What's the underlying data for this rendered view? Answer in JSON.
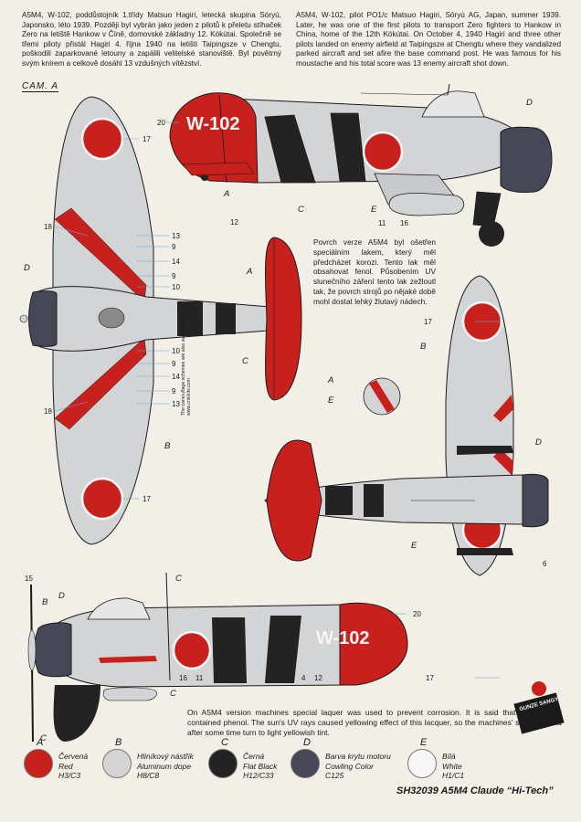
{
  "colors": {
    "red": "#c8201c",
    "aluminum": "#d3d4d6",
    "black": "#232324",
    "cowling": "#464858",
    "white": "#f6f6f6",
    "paper": "#f1efe6"
  },
  "text": {
    "czech_top": "A5M4, W-102, poddůstojník 1.třídy Matsuo Hagiri, letecká skupina Sóryú, Japonsko, léto 1939. Později byl vybrán jako jeden z pilotů k přeletu stíhaček Zero na letiště Hankow v Číně, domovské základny 12. Kókútai. Společně se třemi piloty přistál Hagiri 4. října 1940 na letišti Taipingsze v Chengtu, poškodili zaparkované letouny a zapálili velitelské stanoviště. Byl povětrný svým knírem a celkově dosáhl 13 vzdušných vítězství.",
    "english_top": "A5M4, W-102, pilot PO1/c Matsuo Hagiri, Sóryú AG, Japan, summer 1939. Later, he was one of the first pilots to transport Zero fighters to Hankow in China, home of the 12th Kókútai. On October 4, 1940 Hagiri and three other pilots landed on enemy airfield at Taipingsze at Chengtu where they vandalized parked aircraft and set afire the base command post. He was famous for his moustache and his total score was 13 enemy aircraft shot down.",
    "czech_note": "Povrch verze A5M4 byl ošetřen speciálním lakem, který měl předcházet korozi. Tento lak měl obsahovat fenol. Působením UV slunečního záření tento lak zežloutl tak, že povrch strojů po nějaké době mohl dostat lehký žlutavý nádech.",
    "english_note": "On A5M4 version machines special laquer was used to prevent corrosion. It is said that this lacquer contained phenol. The sun's UV rays caused yellowing effect of this lacquer, so the machines' surface could after some time turn to light yellowish tint.",
    "cam_label": "CAM. A",
    "code": "W-102",
    "copyright": "The camouflage schemes are also available on www.cmkkits.com",
    "footer": "SH32039 A5M4 Claude “Hi-Tech”",
    "brand": "GUNZE SANGYO"
  },
  "callouts": {
    "n20": "20",
    "n17": "17",
    "n12": "12",
    "n11": "11",
    "n16": "16",
    "n18": "18",
    "n13": "13",
    "n9": "9",
    "n14": "14",
    "n10": "10",
    "n4": "4",
    "n15": "15",
    "n6": "6",
    "A": "A",
    "B": "B",
    "C": "C",
    "D": "D",
    "E": "E"
  },
  "legend": [
    {
      "letter": "A",
      "line1": "Červená",
      "line2": "Red",
      "line3": "H3/C3",
      "color": "#c8201c"
    },
    {
      "letter": "B",
      "line1": "Hliníkový nástřik",
      "line2": "Aluminum dope",
      "line3": "H8/C8",
      "color": "#d3d4d6"
    },
    {
      "letter": "C",
      "line1": "Černá",
      "line2": "Flat Black",
      "line3": "H12/C33",
      "color": "#232324"
    },
    {
      "letter": "D",
      "line1": "Barva krytu motoru",
      "line2": "Cowling Color",
      "line3": "C125",
      "color": "#464858"
    },
    {
      "letter": "E",
      "line1": "Bílá",
      "line2": "White",
      "line3": "H1/C1",
      "color": "#f6f6f6"
    }
  ]
}
